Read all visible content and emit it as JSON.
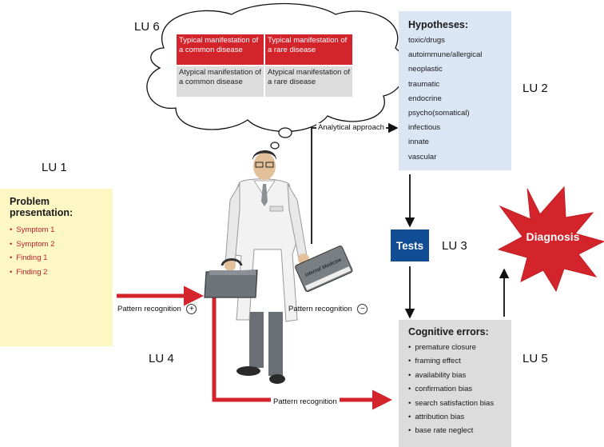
{
  "labels": {
    "lu6": "LU 6",
    "lu2": "LU 2",
    "lu1": "LU 1",
    "lu3": "LU 3",
    "lu4": "LU 4",
    "lu5": "LU 5"
  },
  "matrix": {
    "top_left": "Typical manifestation of a common  disease",
    "top_right": "Typical manifestation of a rare disease",
    "bottom_left": "Atypical manifestation of a common disease",
    "bottom_right": "Atypical manifestation of a rare disease"
  },
  "hypotheses": {
    "title": "Hypotheses:",
    "items": [
      "toxic/drugs",
      "autoimmune/allergical",
      "neoplastic",
      "traumatic",
      "endocrine",
      "psycho(somatical)",
      "infectious",
      "innate",
      "vascular"
    ]
  },
  "problem": {
    "title": "Problem presentation:",
    "items": [
      "Symptom 1",
      "Symptom 2",
      "Finding  1",
      "Finding  2"
    ]
  },
  "cognitive": {
    "title": "Cognitive errors:",
    "items": [
      "premature closure",
      "framing effect",
      "availability bias",
      "confirmation bias",
      "search satisfaction bias",
      "attribution bias",
      "base rate neglect"
    ]
  },
  "flow": {
    "tests": "Tests",
    "diagnosis": "Diagnosis",
    "analytical": "Analytical approach",
    "pattern_plus": "Pattern recognition",
    "plus_sign": "+",
    "pattern_minus": "Pattern recognition",
    "minus_sign": "−",
    "pattern_bottom": "Pattern recognition"
  },
  "book": {
    "text": "Internal Medicine"
  },
  "colors": {
    "red": "#d3242c",
    "blue_box": "#dbe6f4",
    "yellow_box": "#fdf7c4",
    "grey_box": "#dcdcdc",
    "tests_blue": "#104d94"
  }
}
